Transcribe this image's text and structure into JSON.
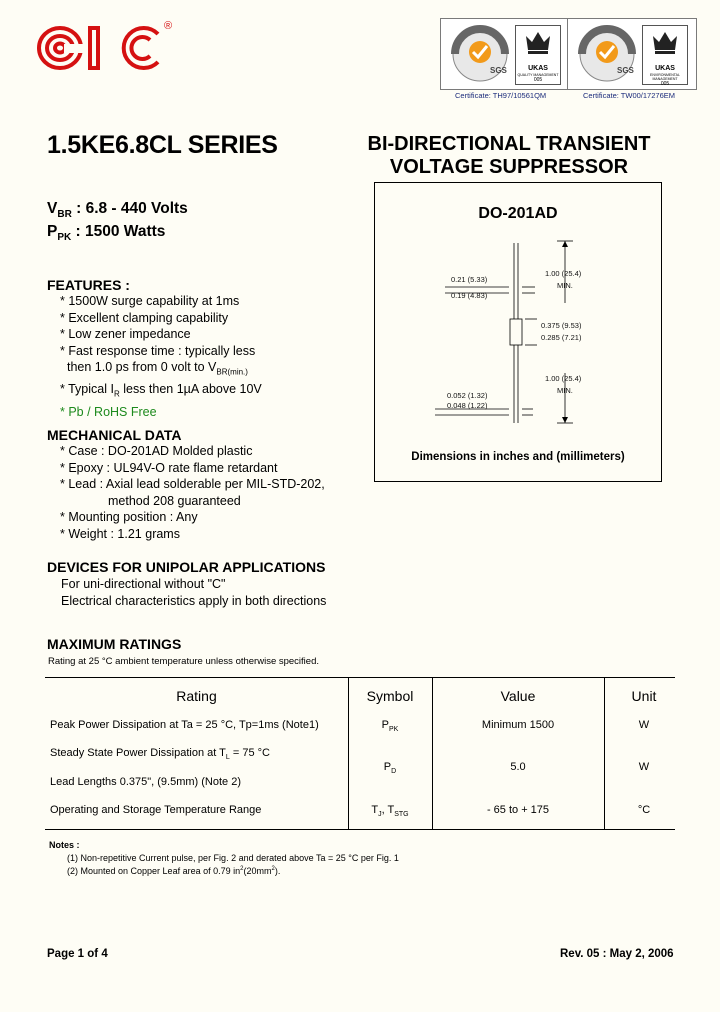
{
  "header": {
    "brand": "EIC",
    "reg_mark": "®",
    "cert_left": "Certificate: TH97/10561QM",
    "cert_right": "Certificate: TW00/17276EM",
    "iso_label": "SGS",
    "ukas_text": "UKAS",
    "ukas_sub_left": "QUALITY MANAGEMENT",
    "ukas_num_left": "005",
    "ukas_sub_right": "ENVIRONMENTAL MANAGEMENT",
    "ukas_num_right": "005"
  },
  "title": {
    "series": "1.5KE6.8CL SERIES",
    "line1": "BI-DIRECTIONAL TRANSIENT",
    "line2": "VOLTAGE SUPPRESSOR"
  },
  "specs": {
    "vbr_sym": "V",
    "vbr_sub": "BR",
    "vbr_val": " : 6.8 - 440 Volts",
    "ppk_sym": "P",
    "ppk_sub": "PK",
    "ppk_val": " : 1500 Watts"
  },
  "features": {
    "heading": "FEATURES :",
    "items": [
      "* 1500W surge capability at 1ms",
      "* Excellent clamping capability",
      "* Low zener impedance",
      "* Fast response time : typically less",
      "then 1.0 ps from 0 volt to V",
      "BR(min.)",
      "* Typical I",
      "R",
      " less then 1µA above 10V",
      "* Pb / RoHS Free"
    ]
  },
  "mechanical": {
    "heading": "MECHANICAL DATA",
    "items": [
      "* Case : DO-201AD Molded plastic",
      "* Epoxy : UL94V-O rate flame retardant",
      "* Lead : Axial lead solderable per MIL-STD-202,",
      "method 208 guaranteed",
      "* Mounting position : Any",
      "* Weight :  1.21 grams"
    ]
  },
  "unipolar": {
    "heading": "DEVICES FOR UNIPOLAR APPLICATIONS",
    "line1": "For uni-directional without \"C\"",
    "line2": "Electrical characteristics apply in both directions"
  },
  "diagram": {
    "title": "DO-201AD",
    "caption": "Dimensions in inches and (millimeters)",
    "dim_lead_dia_top": "0.21 (5.33)",
    "dim_lead_dia_bot": "0.19 (4.83)",
    "dim_lead_len_top": "1.00 (25.4)",
    "dim_min_top": "MIN.",
    "dim_body_top": "0.375 (9.53)",
    "dim_body_bot": "0.285 (7.21)",
    "dim_lead_len_bot": "1.00 (25.4)",
    "dim_min_bot": "MIN.",
    "dim_wire_top": "0.052 (1.32)",
    "dim_wire_bot": "0.048 (1.22)"
  },
  "ratings": {
    "heading": "MAXIMUM RATINGS",
    "subheading": "Rating at 25 °C ambient temperature unless otherwise specified.",
    "columns": [
      "Rating",
      "Symbol",
      "Value",
      "Unit"
    ],
    "rows": [
      {
        "rating": "Peak Power Dissipation at Ta = 25 °C, Tp=1ms (Note1)",
        "symbol": "P",
        "symbol_sub": "PK",
        "value": "Minimum 1500",
        "unit": "W"
      },
      {
        "rating": "Steady State Power Dissipation at T",
        "rating_sub": "L",
        "rating_tail": " = 75 °C",
        "rating2": "Lead Lengths 0.375\", (9.5mm) (Note 2)",
        "symbol": "P",
        "symbol_sub": "D",
        "value": "5.0",
        "unit": "W"
      },
      {
        "rating": "Operating and Storage Temperature Range",
        "symbol": "T",
        "symbol_sub": "J",
        "symbol_mid": ", T",
        "symbol_sub2": "STG",
        "value": "- 65 to + 175",
        "unit": "°C"
      }
    ]
  },
  "notes": {
    "heading": "Notes :",
    "n1": "(1) Non-repetitive Current pulse, per Fig. 2 and derated above Ta = 25 °C per Fig. 1",
    "n2": "(2) Mounted on Copper Leaf area of 0.79 in",
    "n2_sup": "2",
    "n2_tail": "(20mm",
    "n2_sup2": "2",
    "n2_end": ")."
  },
  "footer": {
    "page": "Page 1 of 4",
    "rev": "Rev. 05 : May 2, 2006"
  },
  "colors": {
    "brand_red": "#d51111",
    "rohs_green": "#1d8a1d",
    "cert_blue": "#1a2a7a"
  }
}
